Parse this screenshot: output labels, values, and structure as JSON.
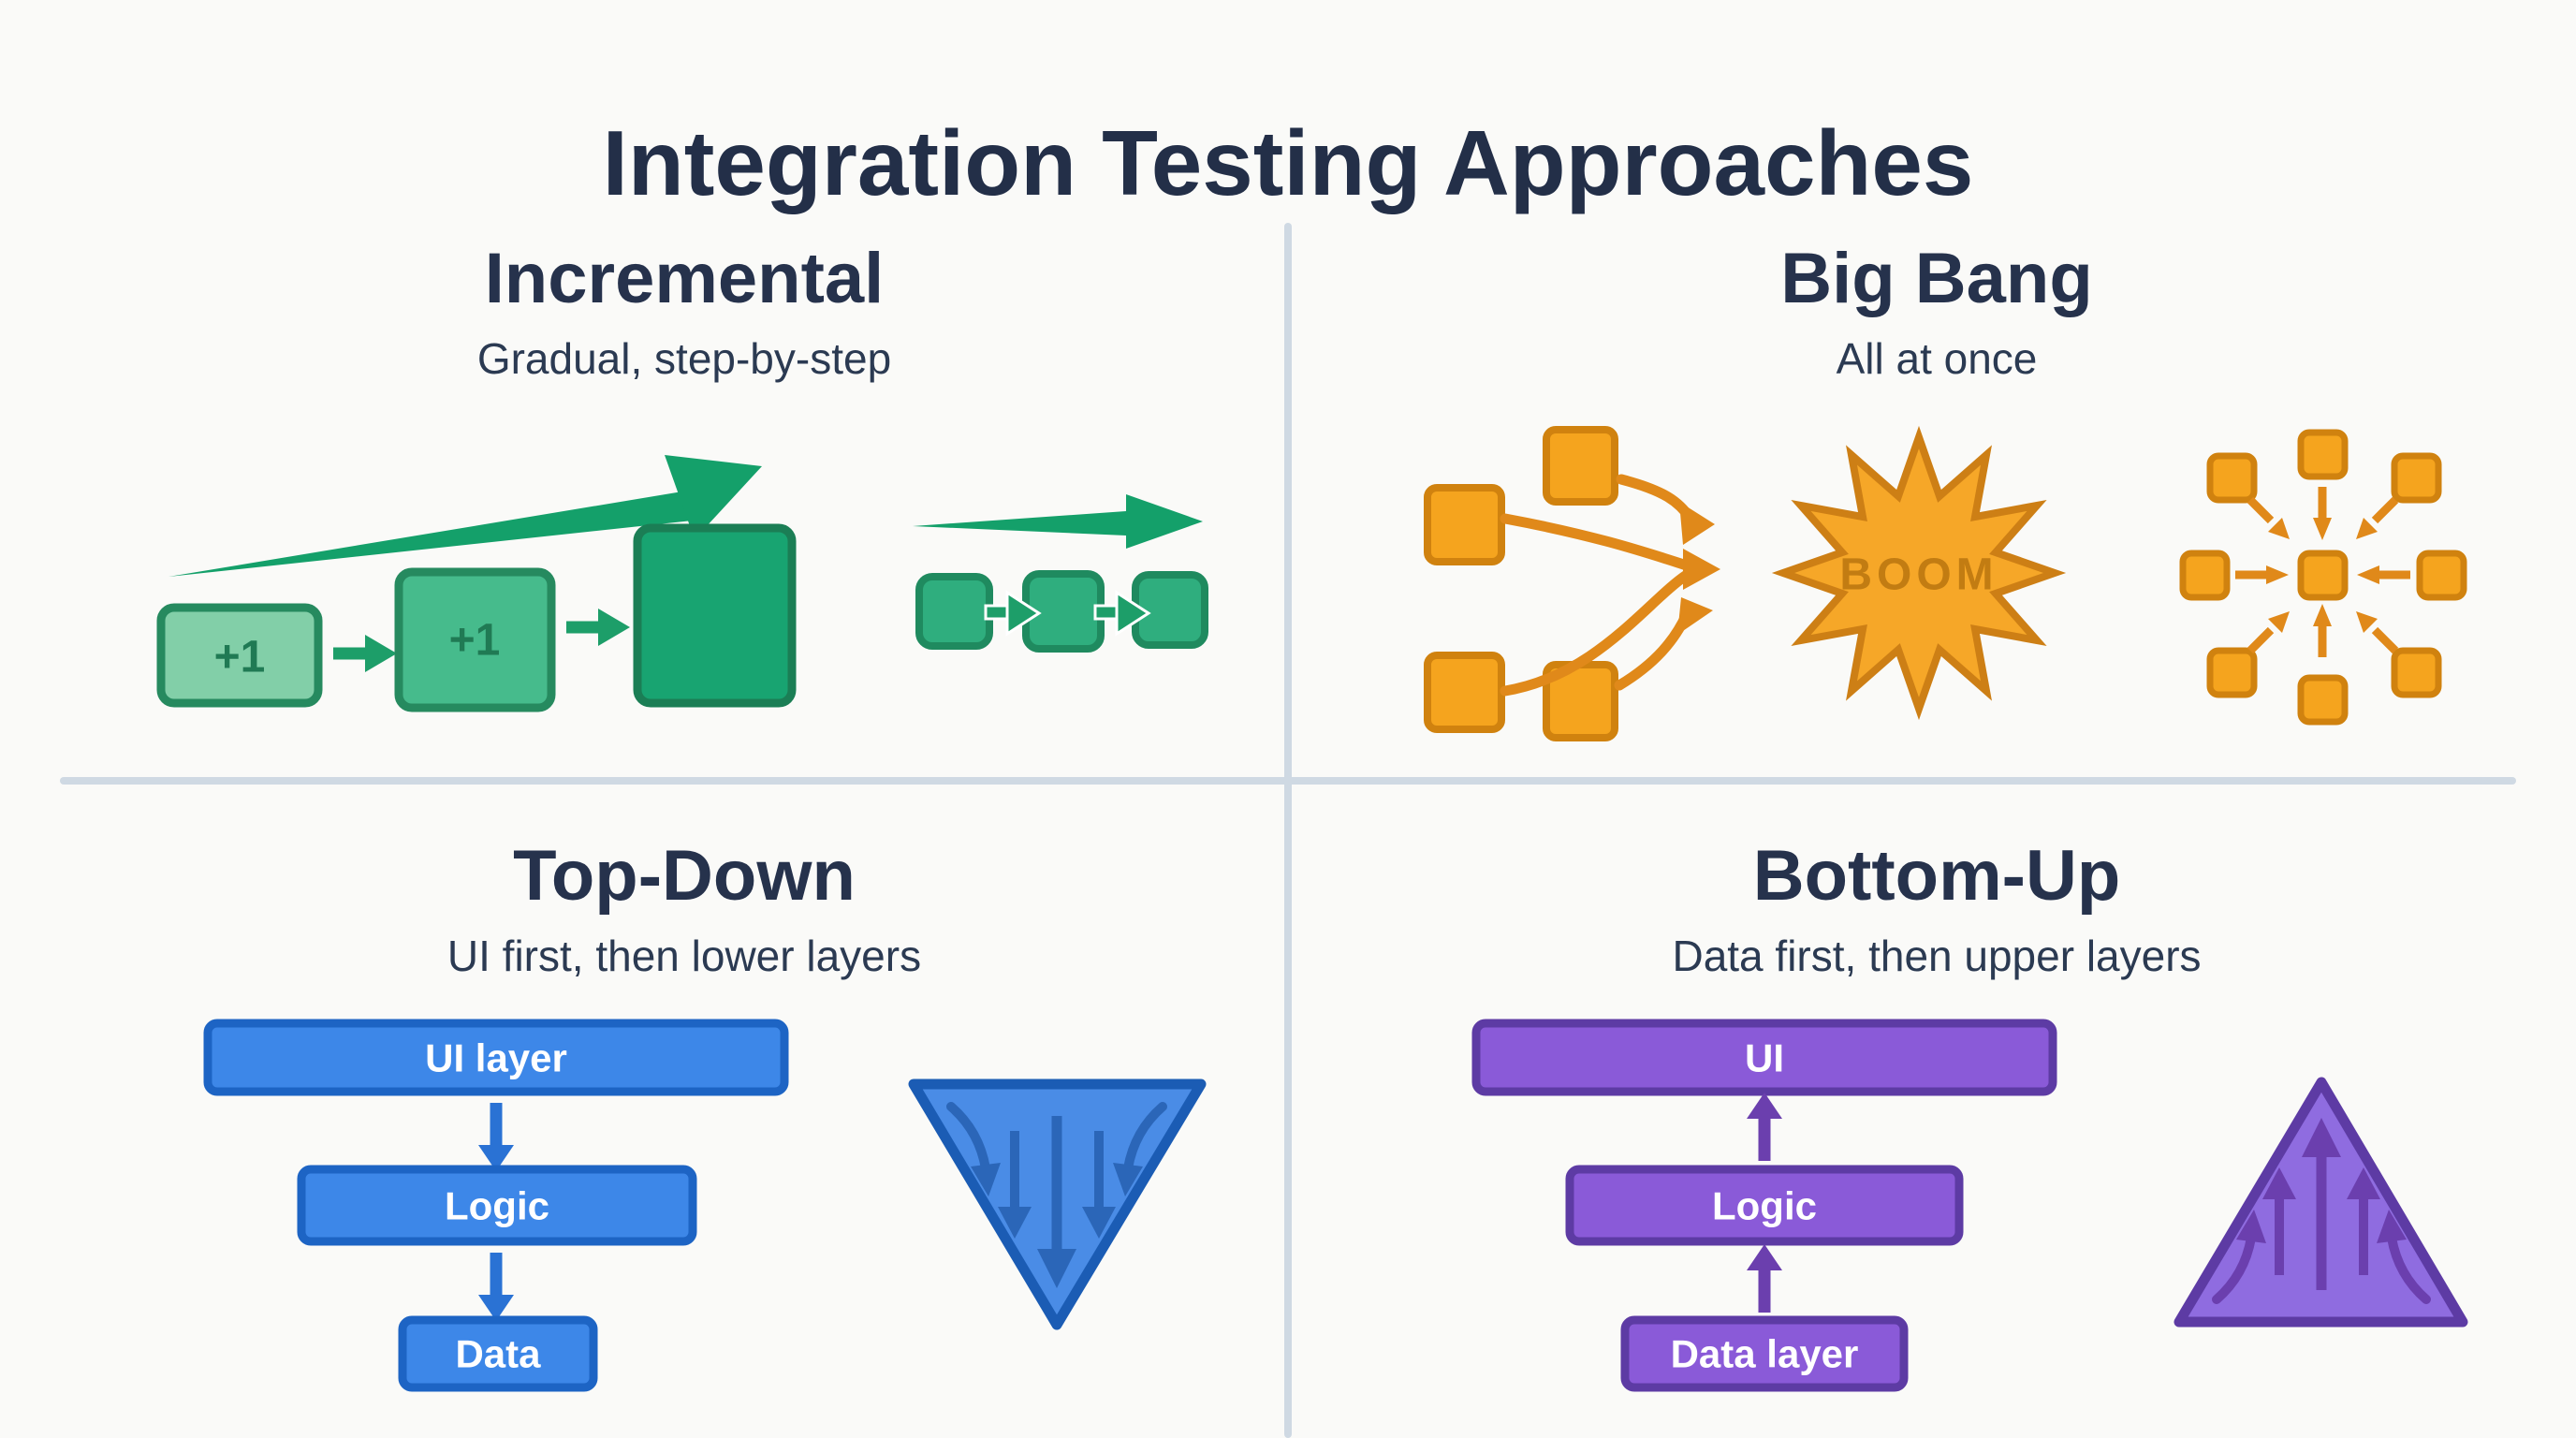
{
  "title": "Integration Testing Approaches",
  "quadrants": {
    "incremental": {
      "heading": "Incremental",
      "subtitle": "Gradual, step-by-step",
      "step1_label": "+1",
      "step2_label": "+1"
    },
    "big_bang": {
      "heading": "Big Bang",
      "subtitle": "All at once",
      "boom_label": "BOOM"
    },
    "top_down": {
      "heading": "Top-Down",
      "subtitle": "UI first, then lower layers",
      "layers": [
        "UI layer",
        "Logic",
        "Data"
      ]
    },
    "bottom_up": {
      "heading": "Bottom-Up",
      "subtitle": "Data first, then upper layers",
      "layers": [
        "UI",
        "Logic",
        "Data layer"
      ]
    }
  },
  "colors": {
    "background": "#fafaf8",
    "title_text": "#232f48",
    "subtitle_text": "#2b3a52",
    "divider": "#cfd9e3",
    "green_fill": "#1ba572",
    "green_light_fill": "#82cfa8",
    "green_border": "#268a5f",
    "green_arrow": "#14a06a",
    "orange_fill": "#f5a41e",
    "orange_border": "#d0820f",
    "orange_arrow": "#e0891a",
    "boom_text": "#c27c12",
    "blue_fill": "#3d87e8",
    "blue_border": "#1d64c4",
    "blue_triangle_fill": "#4a8ce6",
    "blue_arrow": "#2b66b8",
    "purple_fill": "#8a5ad8",
    "purple_border": "#5d3ba4",
    "purple_triangle_fill": "#8f6ce0",
    "purple_arrow": "#6b3fae"
  }
}
